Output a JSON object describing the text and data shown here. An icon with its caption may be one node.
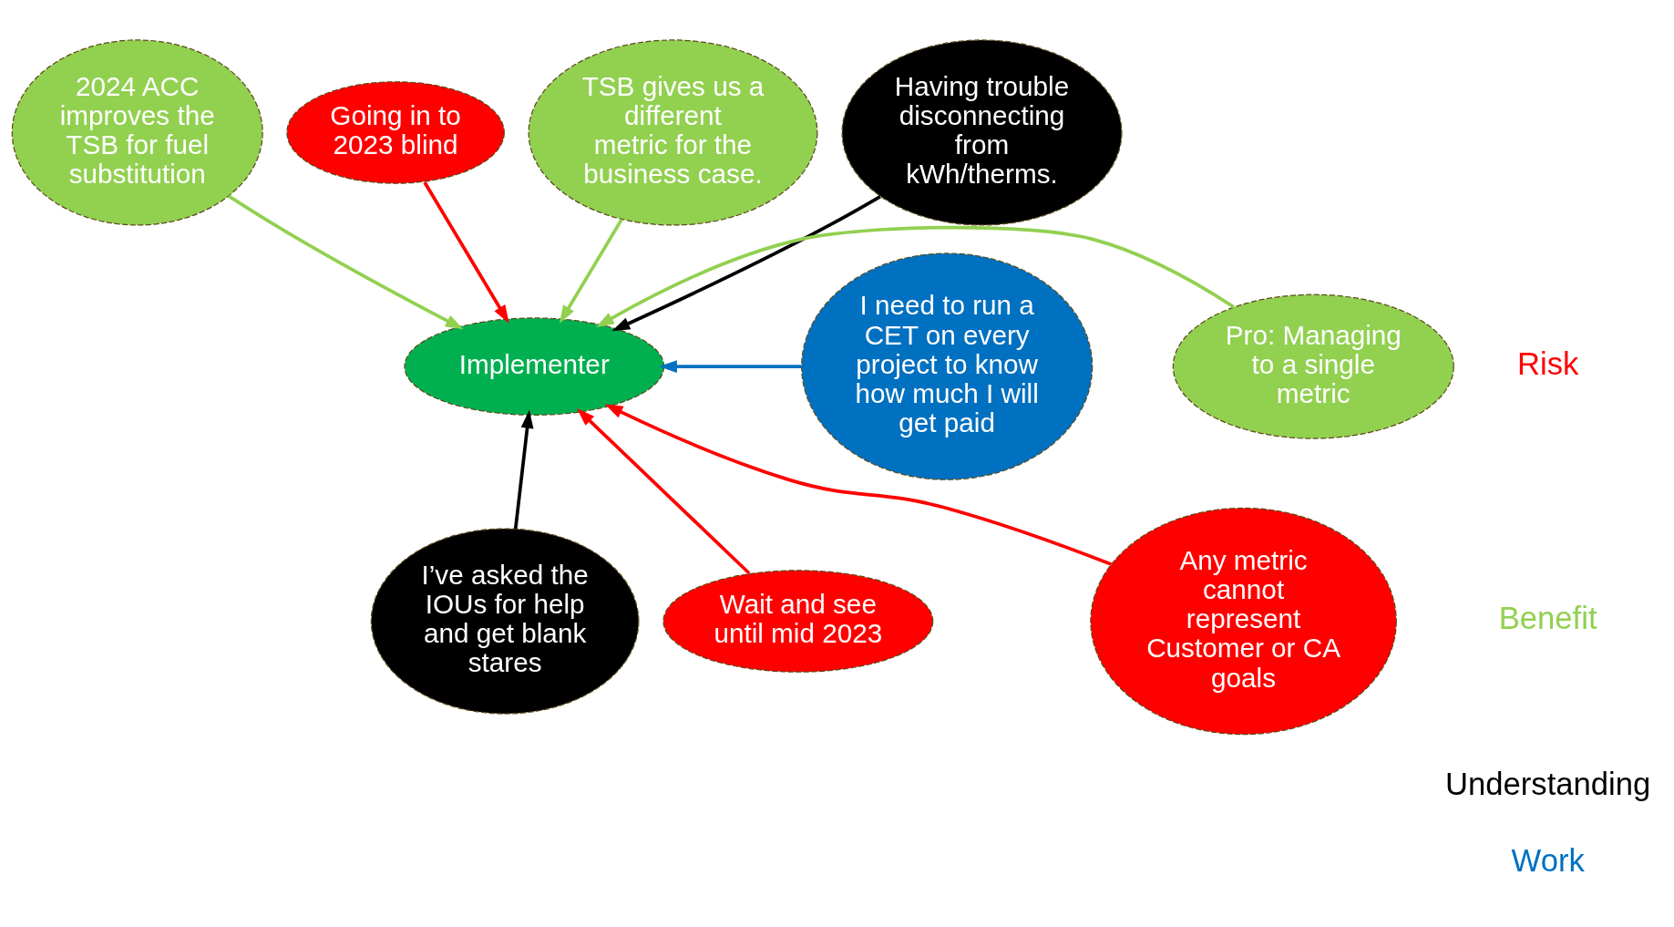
{
  "diagram": {
    "nodes": [
      {
        "text": [
          "Implementer"
        ]
      },
      {
        "text": [
          "2024 ACC improves the TSB for fuel substitution"
        ]
      },
      {
        "text": [
          "Going in to 2023 blind"
        ]
      },
      {
        "text": [
          "TSB gives us a different metric for the business case."
        ]
      },
      {
        "text": [
          "Having trouble disconnecting from kWh/therms."
        ]
      },
      {
        "text": [
          "I need to run a CET on every project to know how much I will get paid"
        ]
      },
      {
        "text": [
          "Pro: Managing to a single metric"
        ]
      },
      {
        "text": [
          "I’ve asked the IOUs for help and get blank stares"
        ]
      },
      {
        "text": [
          "Wait and see until mid 2023"
        ]
      },
      {
        "text": [
          "Any metric cannot represent Customer or CA goals"
        ]
      }
    ],
    "edges": [
      {
        "from": 1,
        "to": 0,
        "arrow": "to"
      },
      {
        "from": 2,
        "to": 0,
        "arrow": "to",
        "color": "#ff0000"
      },
      {
        "from": 3,
        "to": 0,
        "arrow": "to"
      },
      {
        "from": 4,
        "to": 0,
        "arrow": "to",
        "color": "#000000"
      },
      {
        "from": 5,
        "to": 0,
        "arrow": "to",
        "color": "#0070c0"
      },
      {
        "from": 6,
        "to": 0,
        "arrow": "to"
      },
      {
        "from": 7,
        "to": 0,
        "arrow": "to",
        "color": "#000000"
      },
      {
        "from": 8,
        "to": 0,
        "arrow": "to",
        "color": "#ff0000"
      },
      {
        "from": 9,
        "to": 0,
        "arrow": "to",
        "color": "#ff0000"
      }
    ],
    "legend": [
      {
        "text": "Risk",
        "color": "#ff0000"
      },
      {
        "text": "Benefit",
        "color": "#92d050"
      },
      {
        "text": "Understanding",
        "color": "#000000"
      },
      {
        "text": "Work",
        "color": "#0070c0"
      }
    ]
  }
}
